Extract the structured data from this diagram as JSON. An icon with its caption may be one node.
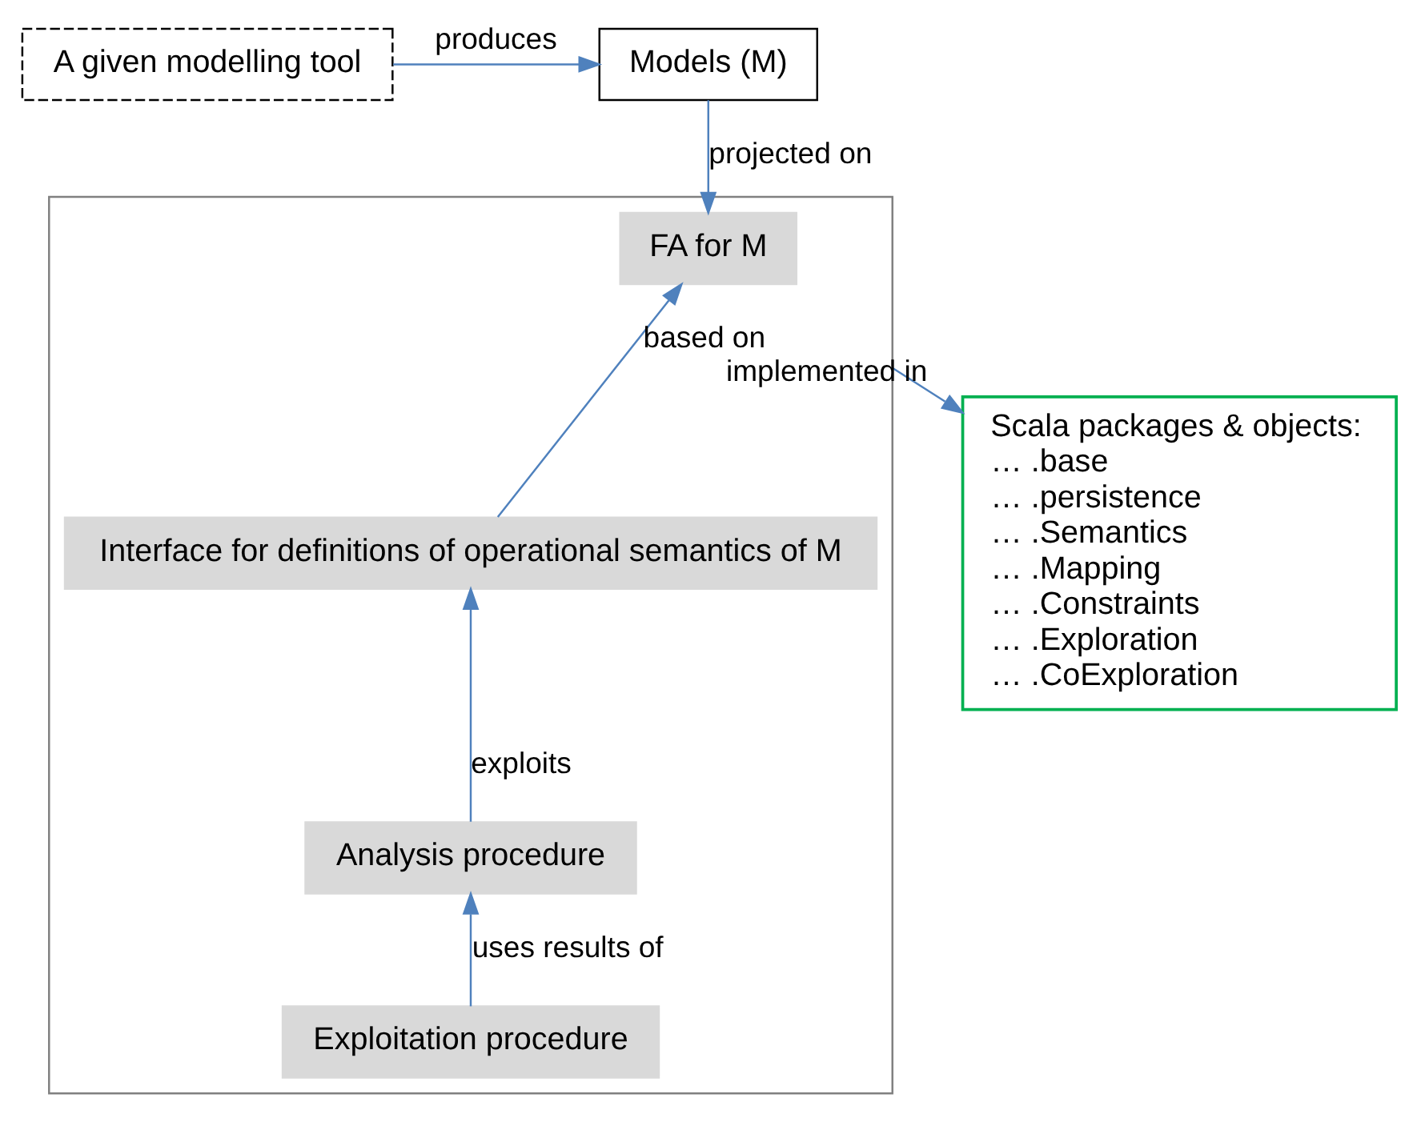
{
  "diagram": {
    "nodes": [
      {
        "text": [
          "Models (M)"
        ]
      },
      {
        "text": [
          "A given modelling tool"
        ]
      },
      {
        "text": [],
        "shape": "box"
      },
      {
        "text": [
          "FA for M"
        ],
        "in": 2
      },
      {
        "text": [
          "Interface for definitions of operational semantics of M"
        ],
        "in": 2
      },
      {
        "text": [
          "Analysis procedure"
        ],
        "in": 2
      },
      {
        "text": [
          "Exploitation procedure"
        ],
        "in": 2
      },
      {
        "text": [
          "Scala packages & objects:",
          "… .base",
          "… .persistence",
          "… .Semantics",
          "… .Mapping",
          "… .Constraints",
          "… .Exploration",
          "… .CoExploration"
        ]
      }
    ],
    "edges": [
      {
        "from": 1,
        "to": 0,
        "arrow": "to",
        "label": "produces"
      },
      {
        "from": 0,
        "to": 3,
        "arrow": "to",
        "label": "projected on"
      },
      {
        "from": 2,
        "to": 7,
        "arrow": "to",
        "label": "implemented in"
      },
      {
        "from": 4,
        "to": 3,
        "arrow": "to",
        "label": "based on"
      },
      {
        "from": 5,
        "to": 4,
        "arrow": "to",
        "label": "exploits"
      },
      {
        "from": 6,
        "to": 5,
        "arrow": "to",
        "label": "uses results of"
      }
    ]
  }
}
